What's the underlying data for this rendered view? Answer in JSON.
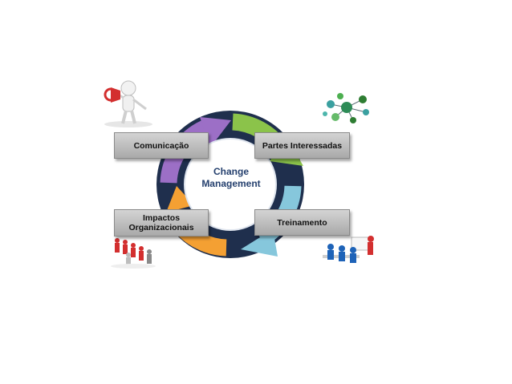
{
  "diagram": {
    "center": {
      "line1": "Change",
      "line2": "Management"
    },
    "labels": {
      "comunicacao": "Comunicação",
      "partes": "Partes Interessadas",
      "impactos_line1": "Impactos",
      "impactos_line2": "Organizacionais",
      "treinamento": "Treinamento"
    },
    "colors": {
      "ring": "#1f2f4d",
      "arrow_top": "#8bc34a",
      "arrow_right": "#86c7dc",
      "arrow_bottom": "#f4a033",
      "arrow_left": "#9c6fc6",
      "center_text": "#25406e"
    },
    "illustrations": [
      "megaphone-person-icon",
      "network-people-icon",
      "presentation-meeting-icon",
      "red-people-group-icon"
    ]
  }
}
